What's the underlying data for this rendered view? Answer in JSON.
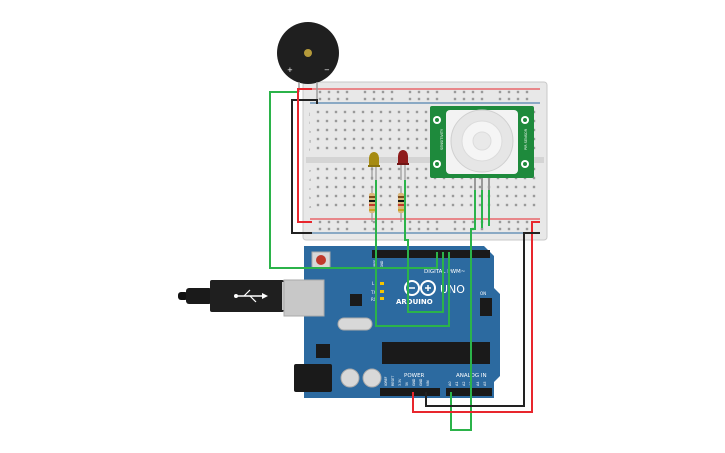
{
  "board": {
    "brand_text": "ARDUINO",
    "model_text": "UNO",
    "digital_label": "DIGITAL PWM~",
    "analog_label": "ANALOG IN",
    "power_label": "POWER",
    "on_label": "ON",
    "l_label": "L",
    "tx_label": "TX",
    "rx_label": "RX",
    "aref_label": "AREF",
    "gnd_label": "GND",
    "ioref_label": "IOREF",
    "reset_label": "RESET",
    "v33_label": "3.3V",
    "v5_label": "5V",
    "vin_label": "VIN",
    "a0_label": "A0",
    "a1_label": "A1",
    "a2_label": "A2",
    "a3_label": "A3",
    "a4_label": "A4",
    "a5_label": "A5"
  },
  "buzzer": {
    "plus_label": "+",
    "minus_label": "−"
  },
  "pir": {
    "label_left": "SENSITIVITY",
    "label_right": "PIR SENSOR"
  },
  "breadboard": {
    "row_letters_top": [
      "j",
      "i",
      "h",
      "g",
      "f"
    ],
    "row_letters_bottom": [
      "e",
      "d",
      "c",
      "b",
      "a"
    ]
  },
  "colors": {
    "wire_green": "#2bb34a",
    "wire_red": "#e8262d",
    "wire_black": "#222222",
    "board_blue": "#2c6aa0",
    "pir_green": "#1e8a3c",
    "led_yellow": "#a68b12",
    "led_red": "#8e1b1b"
  }
}
